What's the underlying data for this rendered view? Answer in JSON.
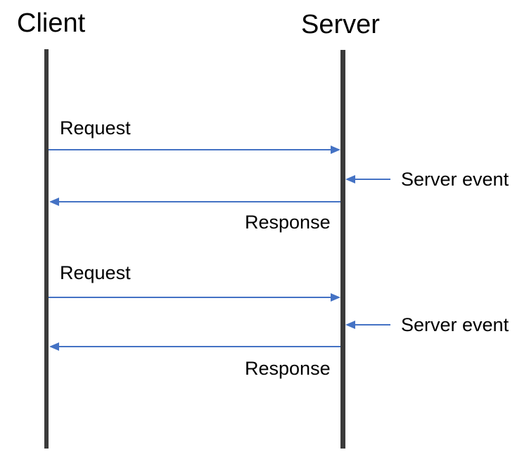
{
  "diagram": {
    "type": "sequence",
    "actors": [
      {
        "id": "client",
        "label": "Client"
      },
      {
        "id": "server",
        "label": "Server"
      }
    ],
    "messages": [
      {
        "label": "Request",
        "from": "client",
        "to": "server",
        "direction": "right"
      },
      {
        "label": "Server event",
        "from": "external",
        "to": "server",
        "direction": "left"
      },
      {
        "label": "Response",
        "from": "server",
        "to": "client",
        "direction": "left"
      },
      {
        "label": "Request",
        "from": "client",
        "to": "server",
        "direction": "right"
      },
      {
        "label": "Server event",
        "from": "external",
        "to": "server",
        "direction": "left"
      },
      {
        "label": "Response",
        "from": "server",
        "to": "client",
        "direction": "left"
      }
    ],
    "colors": {
      "arrow": "#4472C4",
      "lifeline": "#3B3B3B",
      "text": "#000000",
      "background": "#FFFFFF"
    }
  }
}
